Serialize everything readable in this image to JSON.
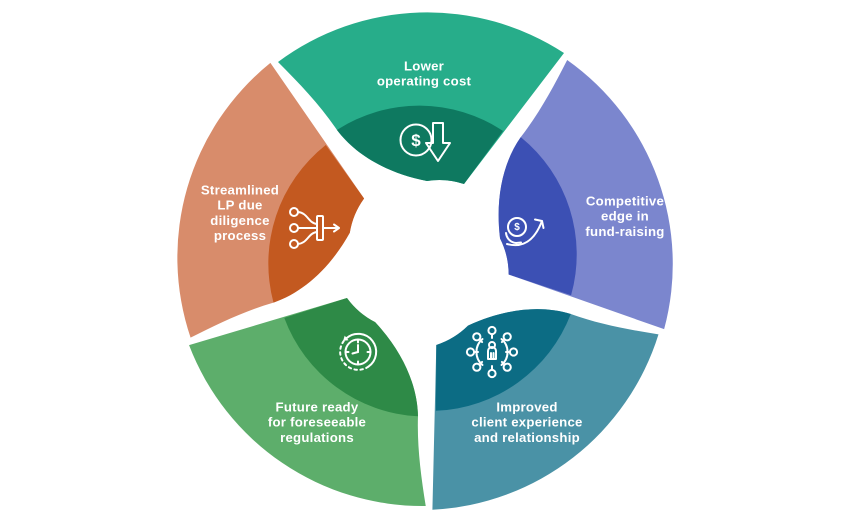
{
  "diagram": {
    "type": "cycle",
    "background": "#ffffff",
    "label_color": "#ffffff",
    "segments": [
      {
        "id": "lower-operating-cost",
        "label": "Lower operating cost",
        "lines": [
          "Lower",
          "operating cost"
        ],
        "icon": "dollar-decrease-icon",
        "colors": {
          "light": "#27AD8A",
          "dark": "#0E7960"
        }
      },
      {
        "id": "competitive-edge-fund-raising",
        "label": "Competitive edge in fund-raising",
        "lines": [
          "Competitive",
          "edge in",
          "fund-raising"
        ],
        "icon": "fundraising-growth-icon",
        "colors": {
          "light": "#7B86CE",
          "dark": "#3C50B4"
        }
      },
      {
        "id": "improved-client-experience",
        "label": "Improved client experience and relationship",
        "lines": [
          "Improved",
          "client experience",
          "and relationship"
        ],
        "icon": "client-network-icon",
        "colors": {
          "light": "#4A92A6",
          "dark": "#0C6C84"
        }
      },
      {
        "id": "future-ready-regulations",
        "label": "Future ready for foreseeable regulations",
        "lines": [
          "Future ready",
          "for foreseeable",
          "regulations"
        ],
        "icon": "clock-history-icon",
        "colors": {
          "light": "#5DAE6B",
          "dark": "#2E8A47"
        }
      },
      {
        "id": "streamlined-lp-due-diligence",
        "label": "Streamlined LP due diligence process",
        "lines": [
          "Streamlined",
          "LP due",
          "diligence",
          "process"
        ],
        "icon": "merge-flow-icon",
        "colors": {
          "light": "#D88C6B",
          "dark": "#C35920"
        }
      }
    ]
  }
}
